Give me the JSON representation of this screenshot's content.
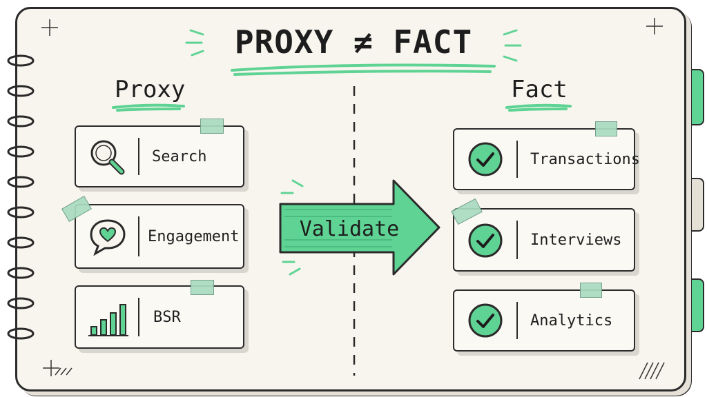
{
  "title": "PROXY ≠ FACT",
  "proxy": {
    "heading": "Proxy",
    "items": [
      {
        "label": "Search",
        "icon": "magnifier-icon"
      },
      {
        "label": "Engagement",
        "icon": "heart-chat-icon"
      },
      {
        "label": "BSR",
        "icon": "bar-chart-icon"
      }
    ]
  },
  "arrow": {
    "label": "Validate"
  },
  "fact": {
    "heading": "Fact",
    "items": [
      {
        "label": "Transactions",
        "icon": "check-circle-icon"
      },
      {
        "label": "Interviews",
        "icon": "check-circle-icon"
      },
      {
        "label": "Analytics",
        "icon": "check-circle-icon"
      }
    ]
  },
  "colors": {
    "accent": "#5fd394",
    "ink": "#2a2a2a",
    "paper": "#f8f5ee",
    "tape": "#a9dcc0",
    "tab_gray": "#e4e0d6"
  }
}
